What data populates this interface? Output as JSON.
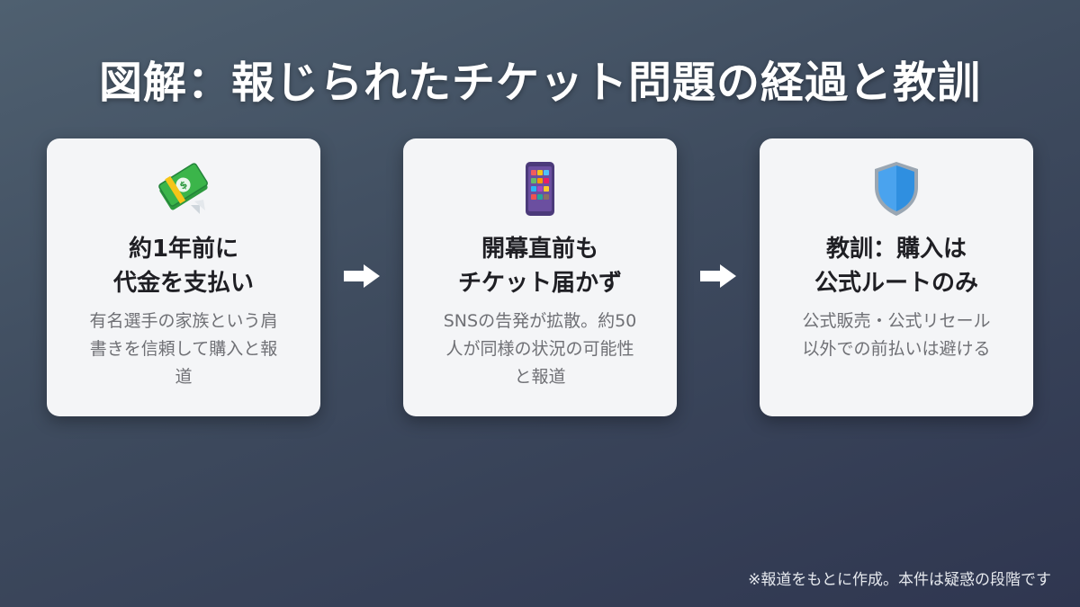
{
  "title": "図解：報じられたチケット問題の経過と教訓",
  "cards": [
    {
      "icon": "money-bills-icon",
      "head_line1": "約1年前に",
      "head_line2": "代金を支払い",
      "desc_line1": "有名選手の家族という肩",
      "desc_line2": "書きを信頼して購入と報",
      "desc_line3": "道"
    },
    {
      "icon": "smartphone-apps-icon",
      "head_line1": "開幕直前も",
      "head_line2": "チケット届かず",
      "desc_line1": "SNSの告発が拡散。約50",
      "desc_line2": "人が同様の状況の可能性",
      "desc_line3": "と報道"
    },
    {
      "icon": "shield-icon",
      "head_line1": "教訓：購入は",
      "head_line2": "公式ルートのみ",
      "desc_line1": "公式販売・公式リセール",
      "desc_line2": "以外での前払いは避ける",
      "desc_line3": ""
    }
  ],
  "note": "※報道をもとに作成。本件は疑惑の段階です",
  "colors": {
    "card_bg": "#f4f5f7",
    "money_green": "#3bb54a",
    "phone_purple": "#6b4fa0",
    "shield_blue": "#2f8fe0"
  }
}
